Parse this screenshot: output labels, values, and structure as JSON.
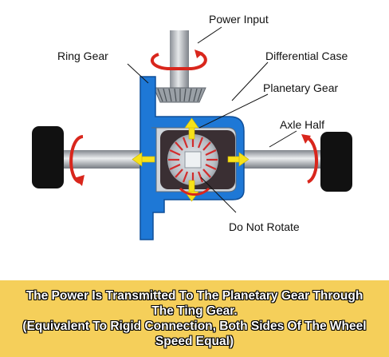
{
  "labels": {
    "power_input": "Power Input",
    "ring_gear": "Ring Gear",
    "differential_case": "Differential Case",
    "planetary_gear": "Planetary Gear",
    "axle_half": "Axle Half",
    "do_not_rotate": "Do Not Rotate"
  },
  "caption": {
    "line1": "The Power Is Transmitted To The Planetary Gear Through",
    "line2": "The Ting Gear.",
    "line3": "(Equivalent To Rigid Connection, Both Sides Of The Wheel",
    "line4": "Speed Equal)"
  },
  "colors": {
    "case_blue": "#1e78d6",
    "arrow_red": "#d9261c",
    "arrow_yellow": "#f7e21a",
    "caption_bg": "#f5cf5a"
  }
}
